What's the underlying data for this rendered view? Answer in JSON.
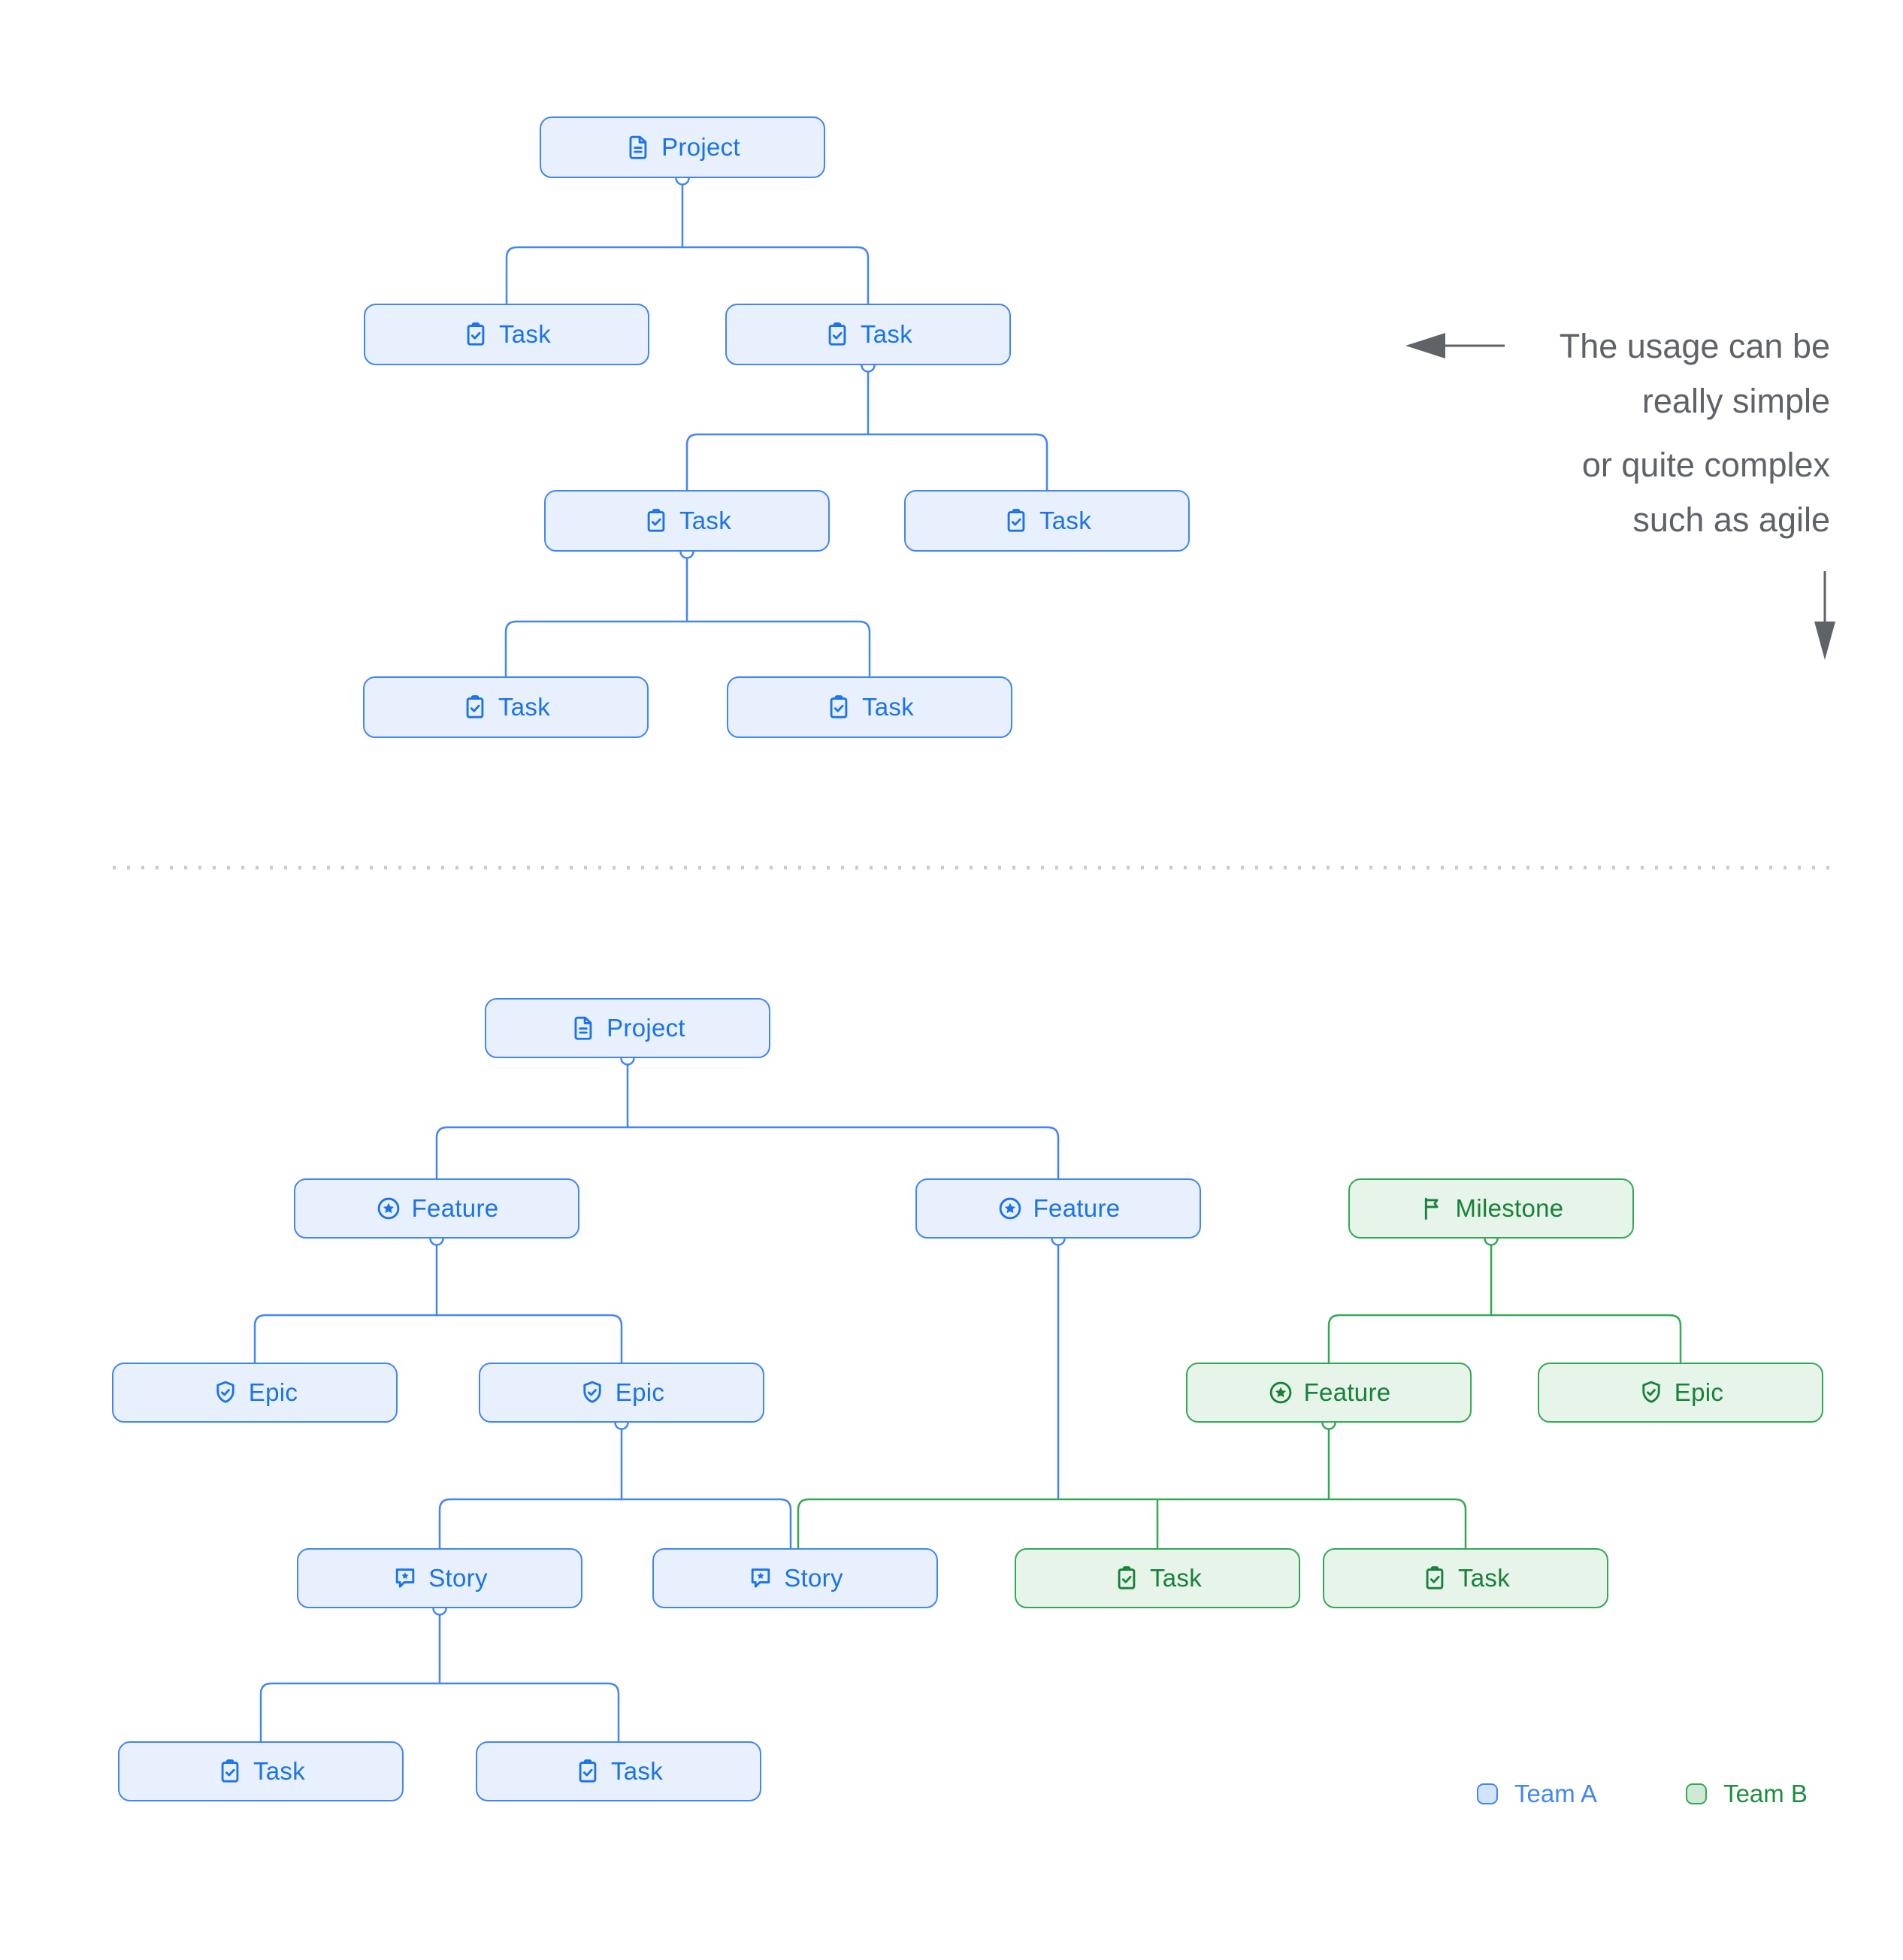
{
  "colors": {
    "team_a_border": "#4285F4",
    "team_a_fill": "#E8F0FE",
    "team_a_text": "#1A73E8",
    "team_b_border": "#34A853",
    "team_b_fill": "#E6F4EA",
    "team_b_text": "#188038",
    "annotation_text": "#5F6368",
    "arrow": "#5F6368",
    "divider_dots": "#C9CBCE"
  },
  "annotation": {
    "line1": "The usage can be",
    "line2": "really simple",
    "line3": "or quite complex",
    "line4": "such as agile"
  },
  "legend": {
    "team_a": {
      "label": "Team A",
      "swatch": "blue-rounded-square"
    },
    "team_b": {
      "label": "Team B",
      "swatch": "green-rounded-square"
    }
  },
  "simple_tree": {
    "nodes": [
      {
        "label": "Project",
        "icon": "document-icon",
        "team": "A"
      },
      {
        "label": "Task",
        "icon": "task-check-icon",
        "team": "A"
      },
      {
        "label": "Task",
        "icon": "task-check-icon",
        "team": "A"
      },
      {
        "label": "Task",
        "icon": "task-check-icon",
        "team": "A"
      },
      {
        "label": "Task",
        "icon": "task-check-icon",
        "team": "A"
      },
      {
        "label": "Task",
        "icon": "task-check-icon",
        "team": "A"
      },
      {
        "label": "Task",
        "icon": "task-check-icon",
        "team": "A"
      }
    ]
  },
  "complex_tree": {
    "nodes": [
      {
        "label": "Project",
        "icon": "document-icon",
        "team": "A"
      },
      {
        "label": "Feature",
        "icon": "feature-star-icon",
        "team": "A"
      },
      {
        "label": "Feature",
        "icon": "feature-star-icon",
        "team": "A"
      },
      {
        "label": "Milestone",
        "icon": "milestone-flag-icon",
        "team": "B"
      },
      {
        "label": "Epic",
        "icon": "epic-shield-icon",
        "team": "A"
      },
      {
        "label": "Epic",
        "icon": "epic-shield-icon",
        "team": "A"
      },
      {
        "label": "Feature",
        "icon": "feature-star-icon",
        "team": "B"
      },
      {
        "label": "Epic",
        "icon": "epic-shield-icon",
        "team": "B"
      },
      {
        "label": "Story",
        "icon": "story-icon",
        "team": "A"
      },
      {
        "label": "Story",
        "icon": "story-icon",
        "team": "A"
      },
      {
        "label": "Task",
        "icon": "task-check-icon",
        "team": "B"
      },
      {
        "label": "Task",
        "icon": "task-check-icon",
        "team": "B"
      },
      {
        "label": "Task",
        "icon": "task-check-icon",
        "team": "A"
      },
      {
        "label": "Task",
        "icon": "task-check-icon",
        "team": "A"
      }
    ]
  }
}
